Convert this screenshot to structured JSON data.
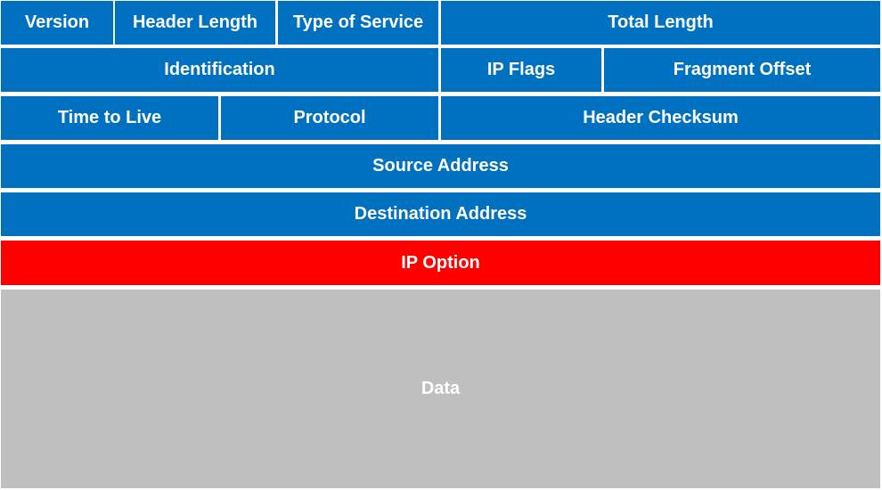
{
  "colors": {
    "header_field": "#0070C0",
    "option_field": "#FF0000",
    "data_field": "#BFBFBF",
    "text": "#FFFFFF"
  },
  "rows": [
    {
      "fields": [
        {
          "label": "Version",
          "kind": "header"
        },
        {
          "label": "Header Length",
          "kind": "header"
        },
        {
          "label": "Type of Service",
          "kind": "header"
        },
        {
          "label": "Total Length",
          "kind": "header"
        }
      ]
    },
    {
      "fields": [
        {
          "label": "Identification",
          "kind": "header"
        },
        {
          "label": "IP Flags",
          "kind": "header"
        },
        {
          "label": "Fragment Offset",
          "kind": "header"
        }
      ]
    },
    {
      "fields": [
        {
          "label": "Time to Live",
          "kind": "header"
        },
        {
          "label": "Protocol",
          "kind": "header"
        },
        {
          "label": "Header Checksum",
          "kind": "header"
        }
      ]
    },
    {
      "fields": [
        {
          "label": "Source Address",
          "kind": "header"
        }
      ]
    },
    {
      "fields": [
        {
          "label": "Destination Address",
          "kind": "header"
        }
      ]
    },
    {
      "fields": [
        {
          "label": "IP Option",
          "kind": "option"
        }
      ]
    },
    {
      "fields": [
        {
          "label": "Data",
          "kind": "data"
        }
      ]
    }
  ]
}
